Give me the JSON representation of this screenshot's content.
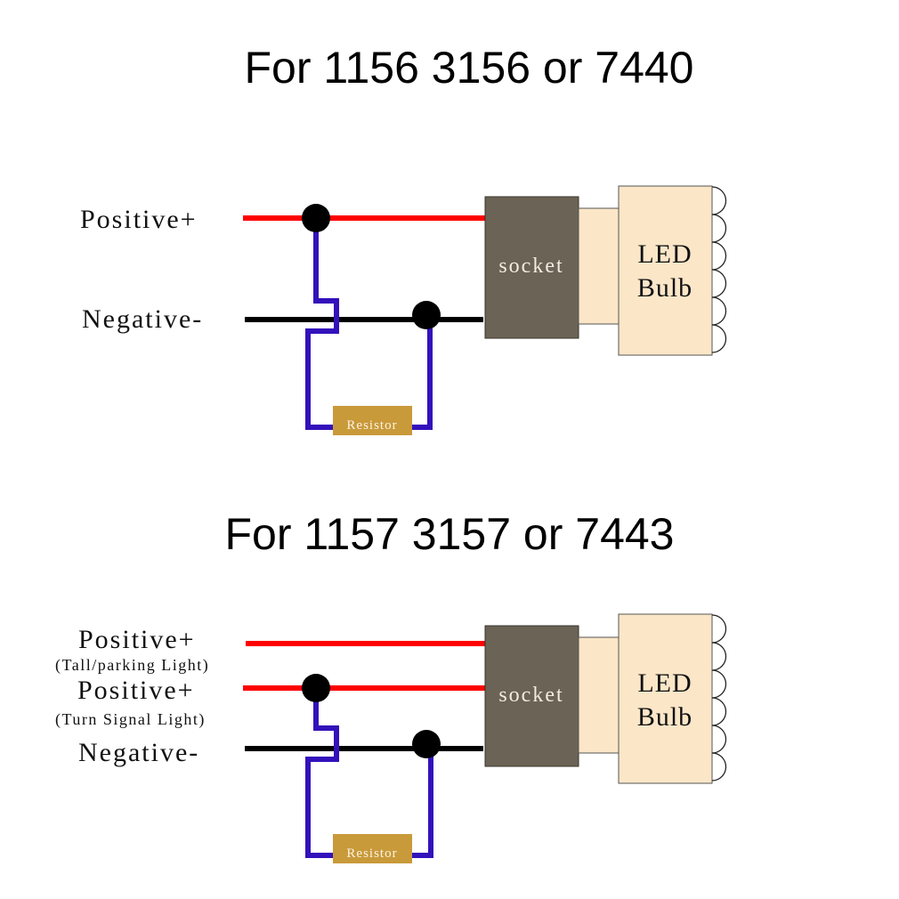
{
  "diagrams": [
    {
      "title": "For 1156 3156 or 7440",
      "wires": [
        {
          "label": "Positive+",
          "sublabel": "",
          "color": "#ff0000"
        },
        {
          "label": "Negative-",
          "sublabel": "",
          "color": "#000000"
        }
      ],
      "socket_label": "socket",
      "bulb_label_line1": "LED",
      "bulb_label_line2": "Bulb",
      "resistor_label": "Resistor"
    },
    {
      "title": "For 1157 3157 or 7443",
      "wires": [
        {
          "label": "Positive+",
          "sublabel": "(Tall/parking Light)",
          "color": "#ff0000"
        },
        {
          "label": "Positive+",
          "sublabel": "(Turn Signal Light)",
          "color": "#ff0000"
        },
        {
          "label": "Negative-",
          "sublabel": "",
          "color": "#000000"
        }
      ],
      "socket_label": "socket",
      "bulb_label_line1": "LED",
      "bulb_label_line2": "Bulb",
      "resistor_label": "Resistor"
    }
  ],
  "colors": {
    "positive_wire": "#ff0000",
    "negative_wire": "#000000",
    "resistor_wire": "#3311bb",
    "socket": "#6b6355",
    "bulb": "#fbe6c8",
    "resistor": "#c99a3a",
    "junction": "#000000"
  }
}
